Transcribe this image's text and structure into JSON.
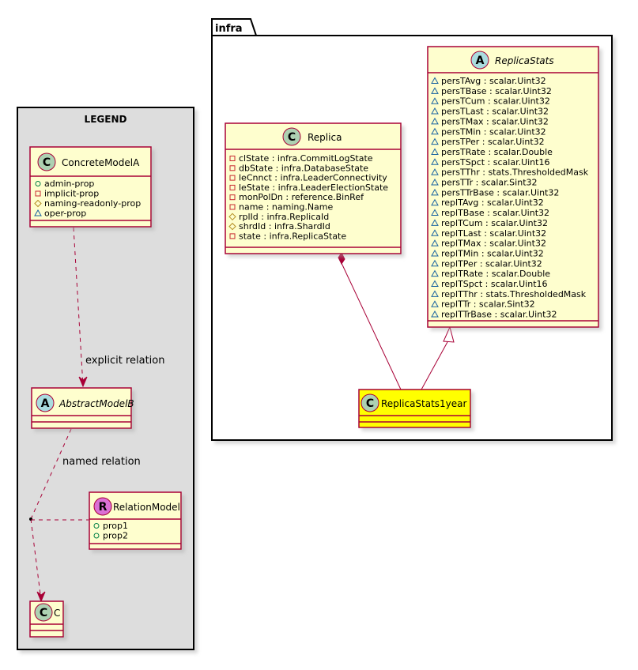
{
  "legend": {
    "title": "LEGEND",
    "concrete": {
      "stereo_letter": "C",
      "name": "ConcreteModelA",
      "props": [
        {
          "vis": "+",
          "text": "admin-prop"
        },
        {
          "vis": "-",
          "text": "implicit-prop"
        },
        {
          "vis": "#",
          "text": "naming-readonly-prop"
        },
        {
          "vis": "~",
          "text": "oper-prop"
        }
      ]
    },
    "abstract": {
      "stereo_letter": "A",
      "name": "AbstractModelB"
    },
    "relation_model": {
      "stereo_letter": "R",
      "name": "RelationModel",
      "props": [
        {
          "vis": "+",
          "text": "prop1"
        },
        {
          "vis": "+",
          "text": "prop2"
        }
      ]
    },
    "c_class": {
      "stereo_letter": "C",
      "name": "C"
    },
    "explicit_label": "explicit relation",
    "named_label": "named relation"
  },
  "package": {
    "name": "infra",
    "replica": {
      "stereo_letter": "C",
      "name": "Replica",
      "props": [
        {
          "vis": "-",
          "text": "clState : infra.CommitLogState"
        },
        {
          "vis": "-",
          "text": "dbState : infra.DatabaseState"
        },
        {
          "vis": "-",
          "text": "leCnnct : infra.LeaderConnectivity"
        },
        {
          "vis": "-",
          "text": "leState : infra.LeaderElectionState"
        },
        {
          "vis": "-",
          "text": "monPolDn : reference.BinRef"
        },
        {
          "vis": "-",
          "text": "name : naming.Name"
        },
        {
          "vis": "#",
          "text": "rplId : infra.ReplicaId"
        },
        {
          "vis": "#",
          "text": "shrdId : infra.ShardId"
        },
        {
          "vis": "-",
          "text": "state : infra.ReplicaState"
        }
      ]
    },
    "replica_stats": {
      "stereo_letter": "A",
      "name": "ReplicaStats",
      "props": [
        {
          "vis": "~",
          "text": "persTAvg : scalar.Uint32"
        },
        {
          "vis": "~",
          "text": "persTBase : scalar.Uint32"
        },
        {
          "vis": "~",
          "text": "persTCum : scalar.Uint32"
        },
        {
          "vis": "~",
          "text": "persTLast : scalar.Uint32"
        },
        {
          "vis": "~",
          "text": "persTMax : scalar.Uint32"
        },
        {
          "vis": "~",
          "text": "persTMin : scalar.Uint32"
        },
        {
          "vis": "~",
          "text": "persTPer : scalar.Uint32"
        },
        {
          "vis": "~",
          "text": "persTRate : scalar.Double"
        },
        {
          "vis": "~",
          "text": "persTSpct : scalar.Uint16"
        },
        {
          "vis": "~",
          "text": "persTThr : stats.ThresholdedMask"
        },
        {
          "vis": "~",
          "text": "persTTr : scalar.Sint32"
        },
        {
          "vis": "~",
          "text": "persTTrBase : scalar.Uint32"
        },
        {
          "vis": "~",
          "text": "replTAvg : scalar.Uint32"
        },
        {
          "vis": "~",
          "text": "replTBase : scalar.Uint32"
        },
        {
          "vis": "~",
          "text": "replTCum : scalar.Uint32"
        },
        {
          "vis": "~",
          "text": "replTLast : scalar.Uint32"
        },
        {
          "vis": "~",
          "text": "replTMax : scalar.Uint32"
        },
        {
          "vis": "~",
          "text": "replTMin : scalar.Uint32"
        },
        {
          "vis": "~",
          "text": "replTPer : scalar.Uint32"
        },
        {
          "vis": "~",
          "text": "replTRate : scalar.Double"
        },
        {
          "vis": "~",
          "text": "replTSpct : scalar.Uint16"
        },
        {
          "vis": "~",
          "text": "replTThr : stats.ThresholdedMask"
        },
        {
          "vis": "~",
          "text": "replTTr : scalar.Sint32"
        },
        {
          "vis": "~",
          "text": "replTTrBase : scalar.Uint32"
        }
      ]
    },
    "stats_1year": {
      "stereo_letter": "C",
      "name": "ReplicaStats1year"
    }
  },
  "colors": {
    "class_fill": "#fefece",
    "class_border": "#a80036",
    "highlight_fill": "#ffff00",
    "legend_fill": "#dddddd",
    "circle_c": "#add1b2",
    "circle_a": "#a9dcdf",
    "circle_r": "#da70d6"
  }
}
